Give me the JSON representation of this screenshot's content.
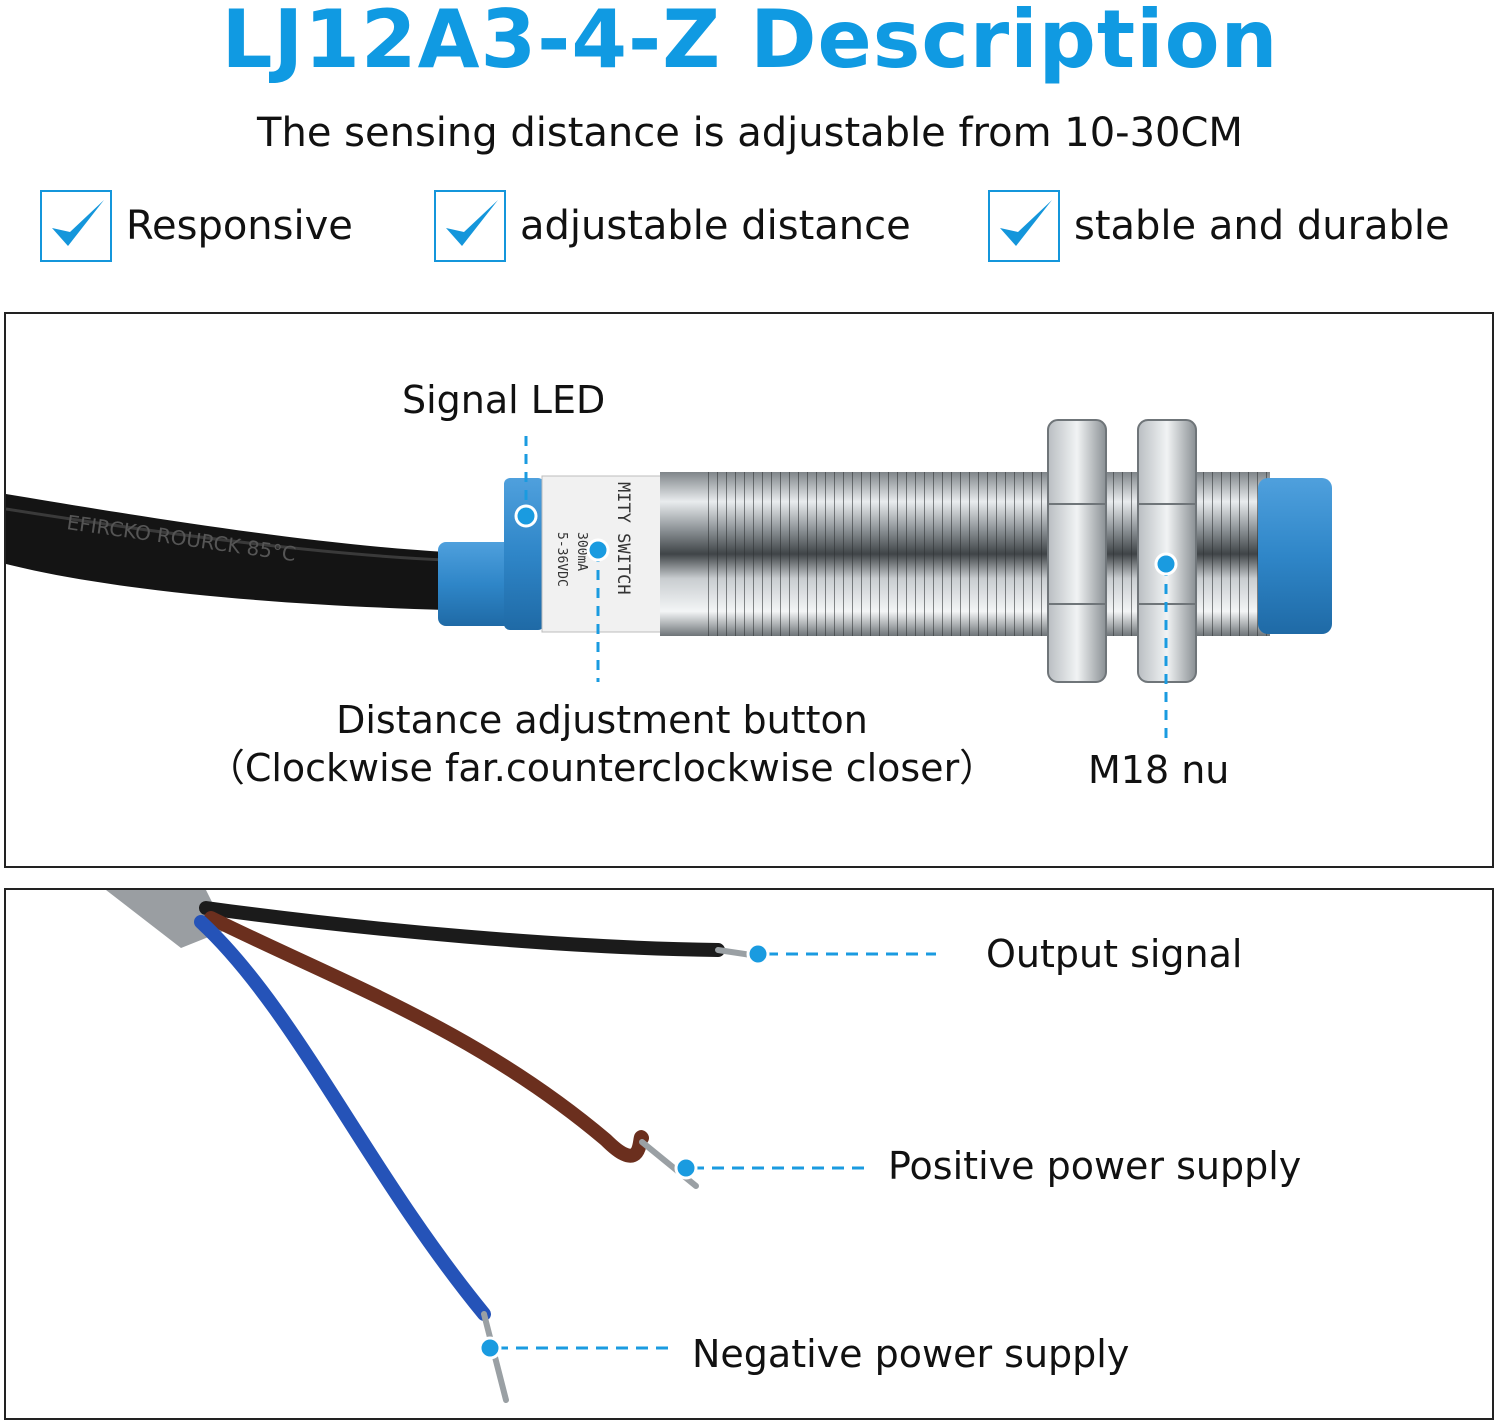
{
  "header": {
    "title": "LJ12A3-4-Z Description",
    "subtitle": "The sensing distance is adjustable from 10-30CM"
  },
  "features": [
    {
      "icon": "checkmark-icon",
      "label": "Responsive"
    },
    {
      "icon": "checkmark-icon",
      "label": "adjustable distance"
    },
    {
      "icon": "checkmark-icon",
      "label": "stable and durable"
    }
  ],
  "sensor_panel": {
    "signal_led": "Signal LED",
    "adjust_line1": "Distance adjustment button",
    "adjust_line2": "（Clockwise far.counterclockwise closer）",
    "nut": "M18 nu",
    "body_label_switch": "MITY SWITCH",
    "body_label_current": "300mA",
    "body_label_voltage": "5-36VDC",
    "cable_print": "EFIRCKO ROURCK 85°C"
  },
  "wires_panel": {
    "output": "Output signal",
    "positive": "Positive power supply",
    "negative": "Negative power supply"
  },
  "colors": {
    "accent": "#109ae2",
    "marker": "#1a9be0",
    "sensor_cap": "#2f86c8",
    "wire_black": "#1b1b1b",
    "wire_brown": "#6b2f1e",
    "wire_blue": "#2553b8"
  }
}
